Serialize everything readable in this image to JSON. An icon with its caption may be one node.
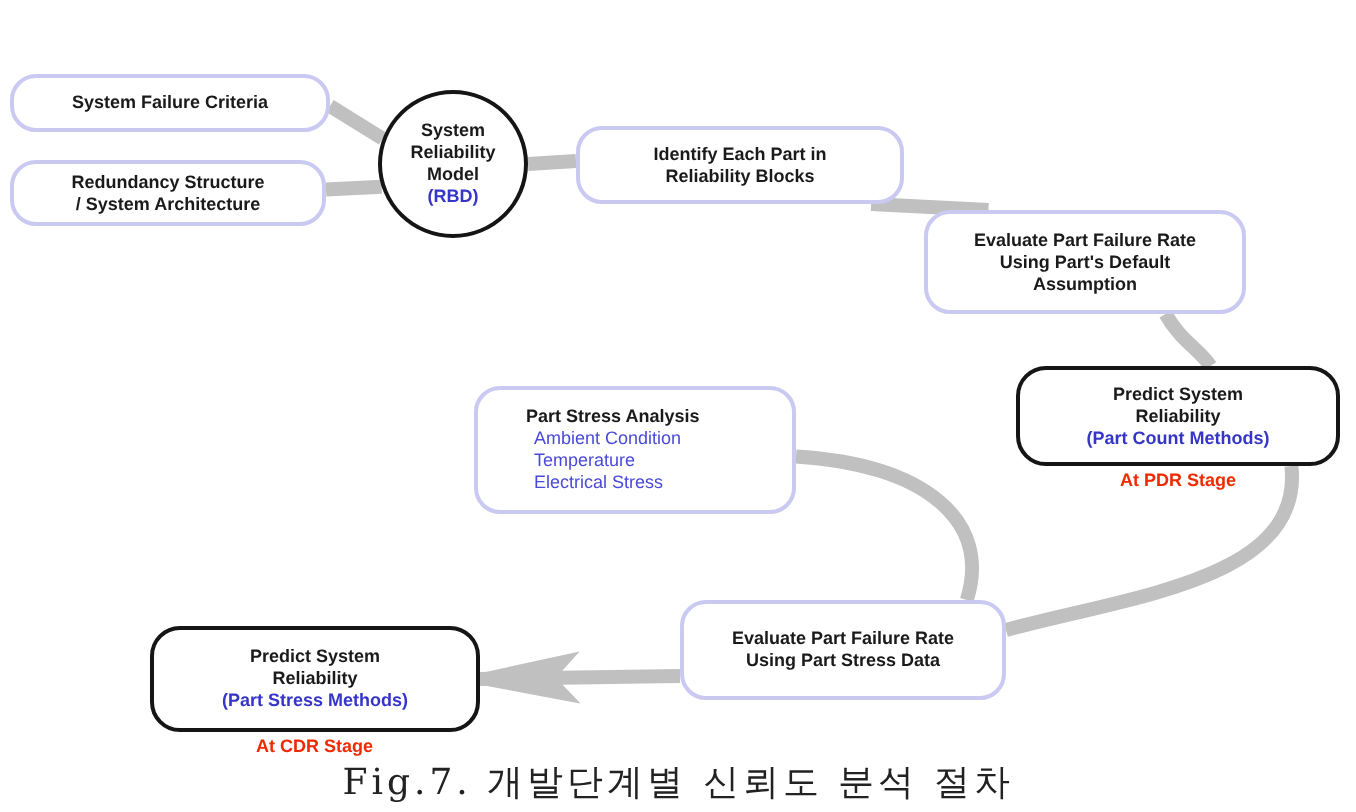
{
  "diagram": {
    "caption": "Fig.7. 개발단계별 신뢰도 분석 절차",
    "nodes": [
      {
        "text": [
          "System Failure Criteria"
        ]
      },
      {
        "text": [
          "Redundancy Structure / System Architecture"
        ]
      },
      {
        "text": [
          "System Reliability Model",
          "(RBD)"
        ]
      },
      {
        "text": [
          "Identify Each Part in Reliability Blocks"
        ]
      },
      {
        "text": [
          "Evaluate Part Failure Rate Using Part's Default Assumption"
        ]
      },
      {
        "text": [
          "Predict System Reliability",
          "(Part Count Methods)"
        ],
        "beside": [
          "At PDR Stage"
        ]
      },
      {
        "text": [
          "Part Stress Analysis",
          "Ambient Condition",
          "Temperature",
          "Electrical Stress"
        ]
      },
      {
        "text": [
          "Evaluate Part Failure Rate Using Part Stress Data"
        ]
      },
      {
        "text": [
          "Predict System Reliability",
          "(Part Stress Methods)"
        ],
        "beside": [
          "At CDR Stage"
        ]
      }
    ],
    "edges": [
      {
        "from": 0,
        "to": 2,
        "arrow": "none"
      },
      {
        "from": 1,
        "to": 2,
        "arrow": "none"
      },
      {
        "from": 2,
        "to": 3,
        "arrow": "none"
      },
      {
        "from": 3,
        "to": 4,
        "arrow": "none"
      },
      {
        "from": 4,
        "to": 5,
        "arrow": "none"
      },
      {
        "from": 5,
        "to": 7,
        "arrow": "none"
      },
      {
        "from": 6,
        "to": 7,
        "arrow": "none"
      },
      {
        "from": 7,
        "to": 8,
        "arrow": "to"
      }
    ]
  }
}
